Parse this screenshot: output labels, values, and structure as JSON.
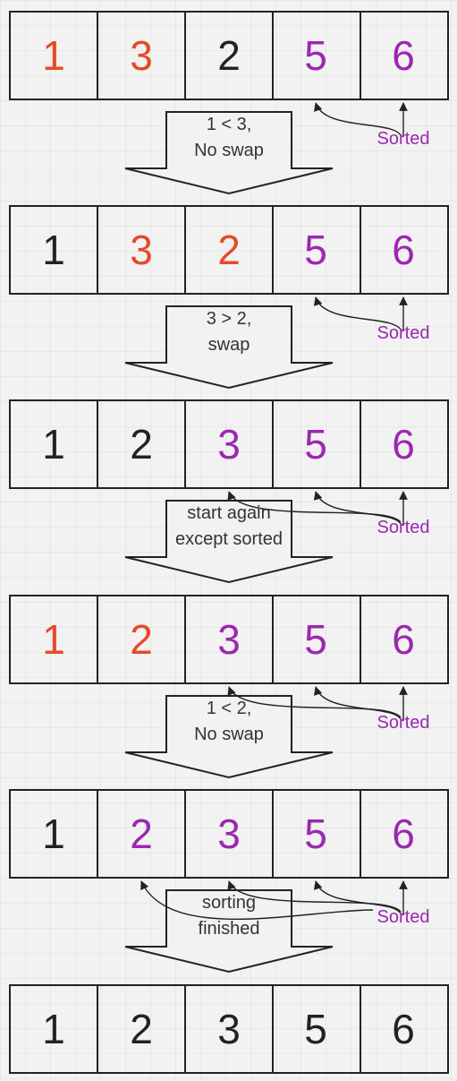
{
  "colors": {
    "default": "#222222",
    "compare": "#e64a2a",
    "sorted": "#9c27b0",
    "stroke": "#222222",
    "label": "#333333"
  },
  "rows": [
    {
      "values": [
        "1",
        "3",
        "2",
        "5",
        "6"
      ],
      "states": [
        "compare",
        "compare",
        "default",
        "sorted",
        "sorted"
      ]
    },
    {
      "values": [
        "1",
        "3",
        "2",
        "5",
        "6"
      ],
      "states": [
        "default",
        "compare",
        "compare",
        "sorted",
        "sorted"
      ]
    },
    {
      "values": [
        "1",
        "2",
        "3",
        "5",
        "6"
      ],
      "states": [
        "default",
        "default",
        "sorted",
        "sorted",
        "sorted"
      ]
    },
    {
      "values": [
        "1",
        "2",
        "3",
        "5",
        "6"
      ],
      "states": [
        "compare",
        "compare",
        "sorted",
        "sorted",
        "sorted"
      ]
    },
    {
      "values": [
        "1",
        "2",
        "3",
        "5",
        "6"
      ],
      "states": [
        "default",
        "sorted",
        "sorted",
        "sorted",
        "sorted"
      ]
    },
    {
      "values": [
        "1",
        "2",
        "3",
        "5",
        "6"
      ],
      "states": [
        "default",
        "default",
        "default",
        "default",
        "default"
      ]
    }
  ],
  "steps": [
    {
      "lines": [
        "1 < 3,",
        "No swap"
      ],
      "sorted_label": "Sorted"
    },
    {
      "lines": [
        "3 > 2,",
        "swap"
      ],
      "sorted_label": "Sorted"
    },
    {
      "lines": [
        "start again",
        "except sorted"
      ],
      "sorted_label": "Sorted"
    },
    {
      "lines": [
        "1 < 2,",
        "No swap"
      ],
      "sorted_label": "Sorted"
    },
    {
      "lines": [
        "sorting",
        "finished"
      ],
      "sorted_label": "Sorted"
    }
  ]
}
